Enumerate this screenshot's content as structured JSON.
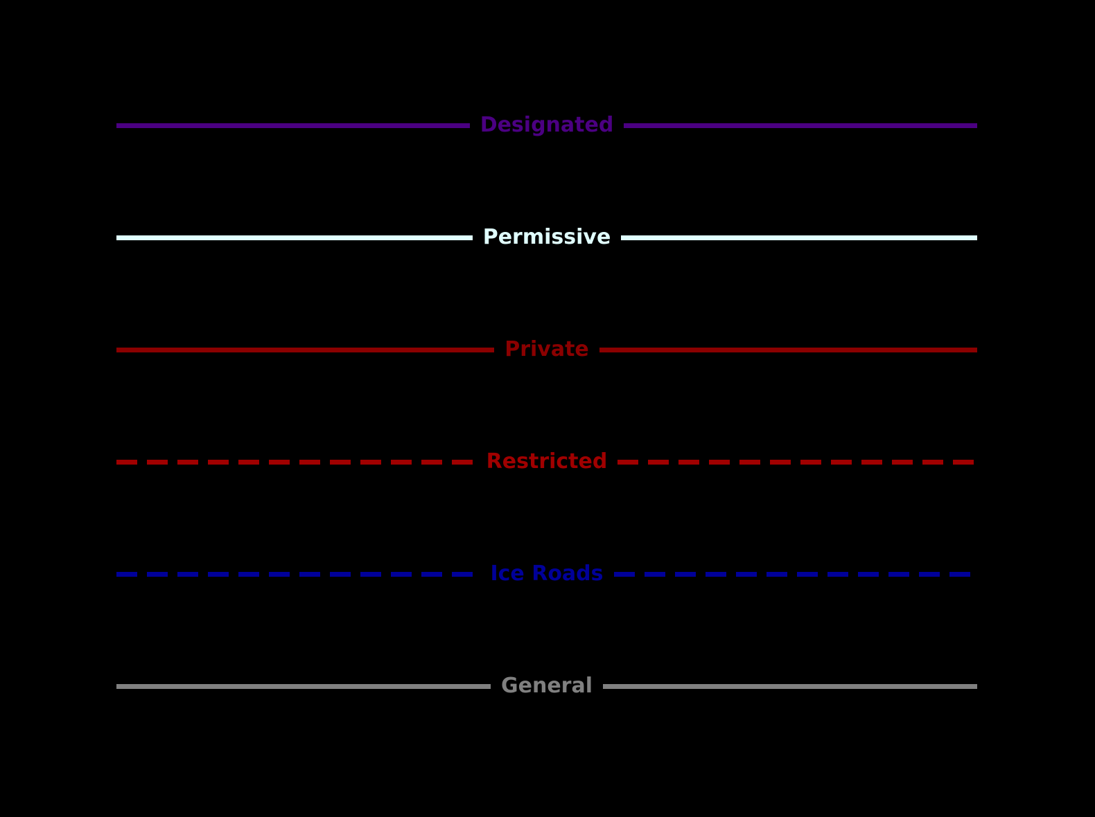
{
  "background": "#000000",
  "legend": {
    "items": [
      {
        "label": "Designated",
        "color": "#4B0082",
        "style": "solid"
      },
      {
        "label": "Permissive",
        "color": "#E0FFFF",
        "style": "solid"
      },
      {
        "label": "Private",
        "color": "#8B0000",
        "style": "solid"
      },
      {
        "label": "Restricted",
        "color": "#A00000",
        "style": "dashed"
      },
      {
        "label": "Ice Roads",
        "color": "#000099",
        "style": "dashed"
      },
      {
        "label": "General",
        "color": "#808080",
        "style": "solid"
      }
    ]
  }
}
